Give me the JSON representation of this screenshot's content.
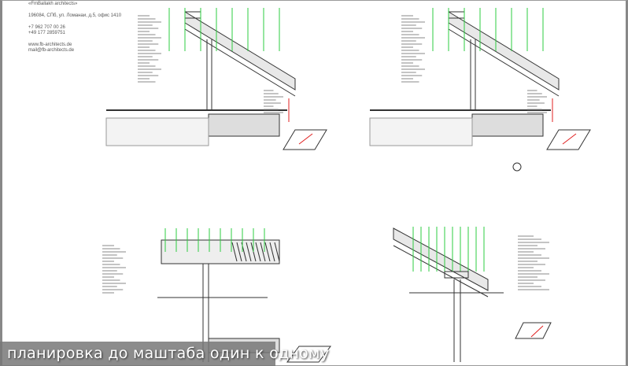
{
  "company": {
    "name": "«FmBallakh architects»",
    "address": "196084, СПб, ул. Ломанаи, д.5, офис 1410",
    "phone1": "+7 962 707 00 26",
    "phone2": "+49 177 2859751",
    "website": "www.fb-architects.de",
    "email": "mail@fb-architects.de"
  },
  "caption": "планировка до маштаба один к одному",
  "colors": {
    "leader": "#2ecc40",
    "marker": "#e02020",
    "line": "#333333"
  }
}
